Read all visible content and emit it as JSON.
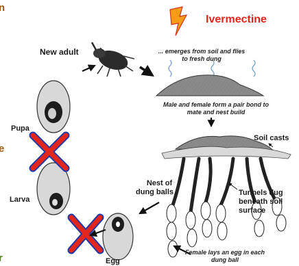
{
  "colors": {
    "drug": "#e2261c",
    "cross": "#e2261c",
    "cross_outline": "#1f3aa8",
    "bolt": "#f59c1a",
    "clip_brown": "#9b5a12",
    "clip_green": "#4f7d1e"
  },
  "icons": [
    "lightning-bolt-icon",
    "red-cross-icon",
    "beetle-icon",
    "dung-pat-icon"
  ],
  "clipped": {
    "top_left": "n",
    "mid_left": "e",
    "bottom_left": "r"
  },
  "drug": {
    "label": "Ivermectine"
  },
  "stages": {
    "adult": "New adult",
    "pupa": "Pupa",
    "larva": "Larva",
    "egg": "Egg"
  },
  "captions": {
    "emerge_line1": "... emerges from soil and flies",
    "emerge_line2": "to fresh dung",
    "pair_line1": "Male and female form a pair bond to",
    "pair_line2": "mate and nest build",
    "egg_line1": "Female lays an egg in each",
    "egg_line2": "dung ball"
  },
  "structures": {
    "soil_casts": "Soil casts",
    "nest_line1": "Nest of",
    "nest_line2": "dung balls",
    "tunnels_line1": "Tunnels dug",
    "tunnels_line2": "beneath soil",
    "tunnels_line3": "surface"
  }
}
